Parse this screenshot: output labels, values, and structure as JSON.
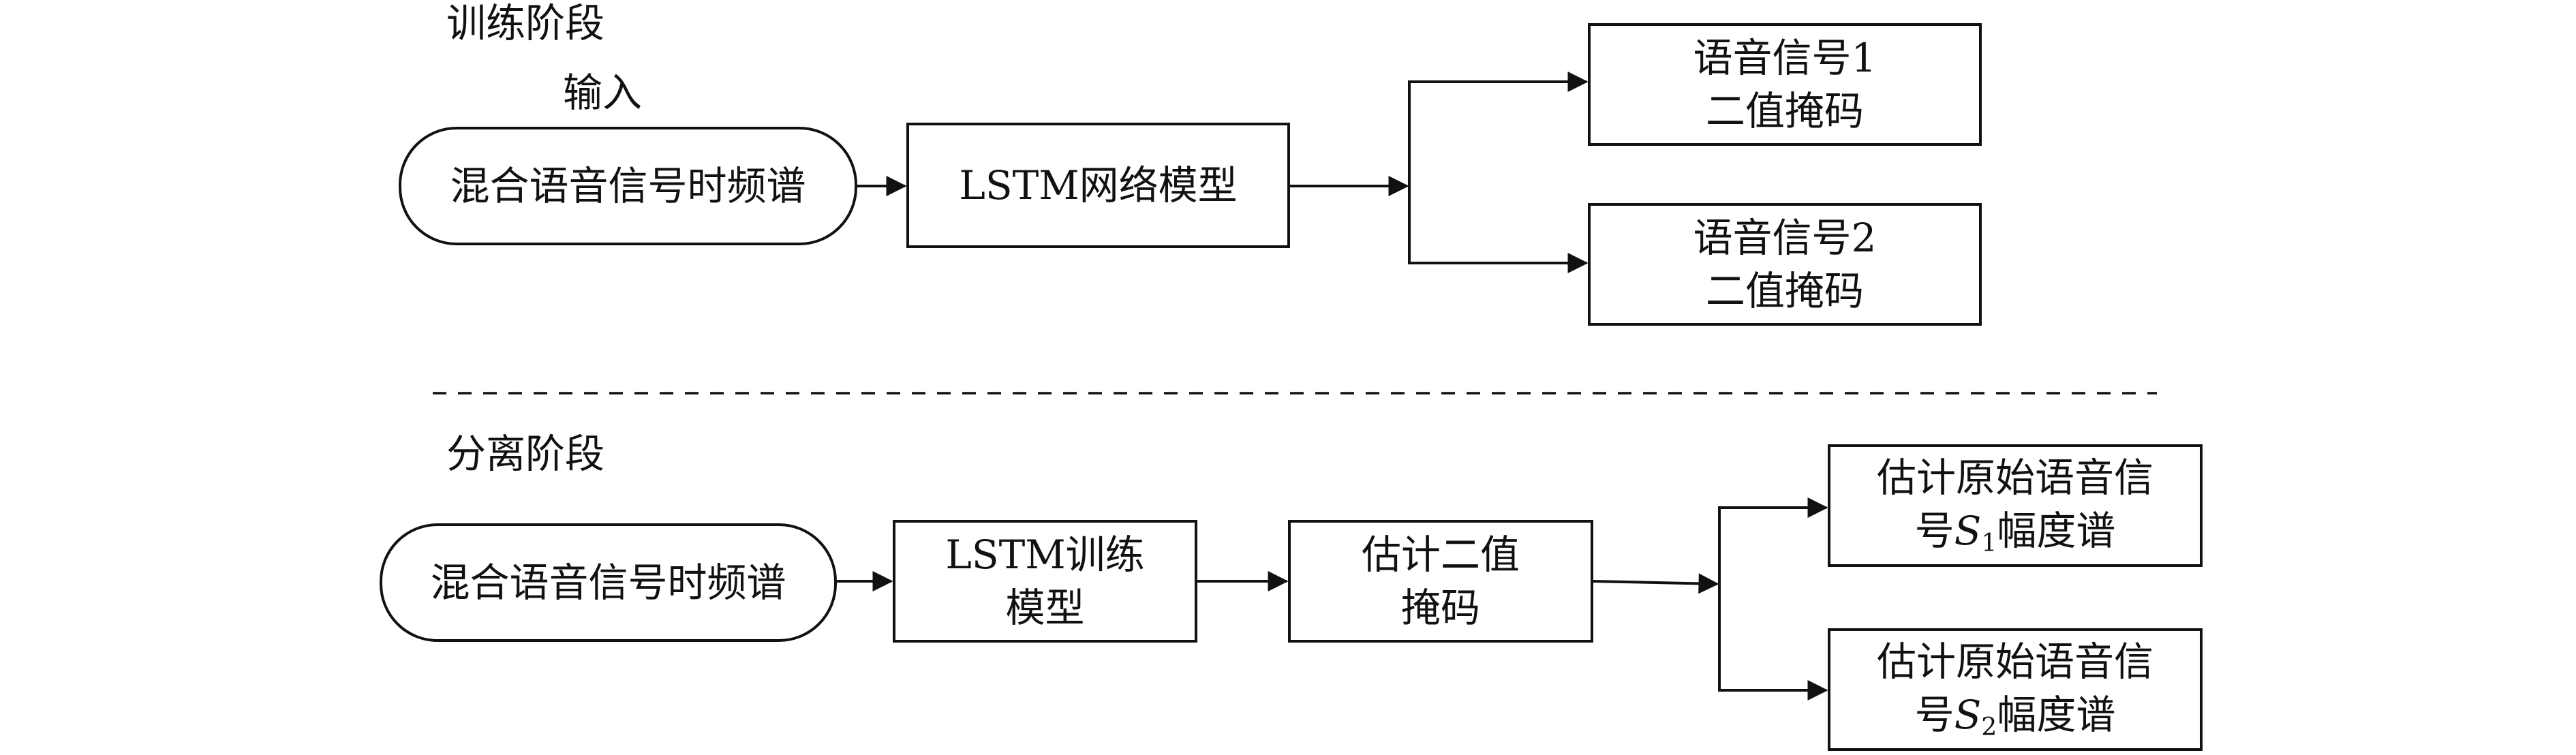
{
  "train": {
    "stage_label": "训练阶段",
    "input_label": "输入",
    "input_box": "混合语音信号时频谱",
    "model_box": "LSTM网络模型",
    "out1": {
      "line1": "语音信号1",
      "line2": "二值掩码"
    },
    "out2": {
      "line1": "语音信号2",
      "line2": "二值掩码"
    }
  },
  "separate": {
    "stage_label": "分离阶段",
    "input_box": "混合语音信号时频谱",
    "model_box": {
      "line1": "LSTM训练",
      "line2": "模型"
    },
    "mask_box": {
      "line1": "估计二值",
      "line2": "掩码"
    },
    "out1": {
      "line1": "估计原始语音信",
      "line2_pre": "号",
      "sym": "S",
      "sub": "1",
      "line2_post": "幅度谱"
    },
    "out2": {
      "line1": "估计原始语音信",
      "line2_pre": "号",
      "sym": "S",
      "sub": "2",
      "line2_post": "幅度谱"
    }
  }
}
